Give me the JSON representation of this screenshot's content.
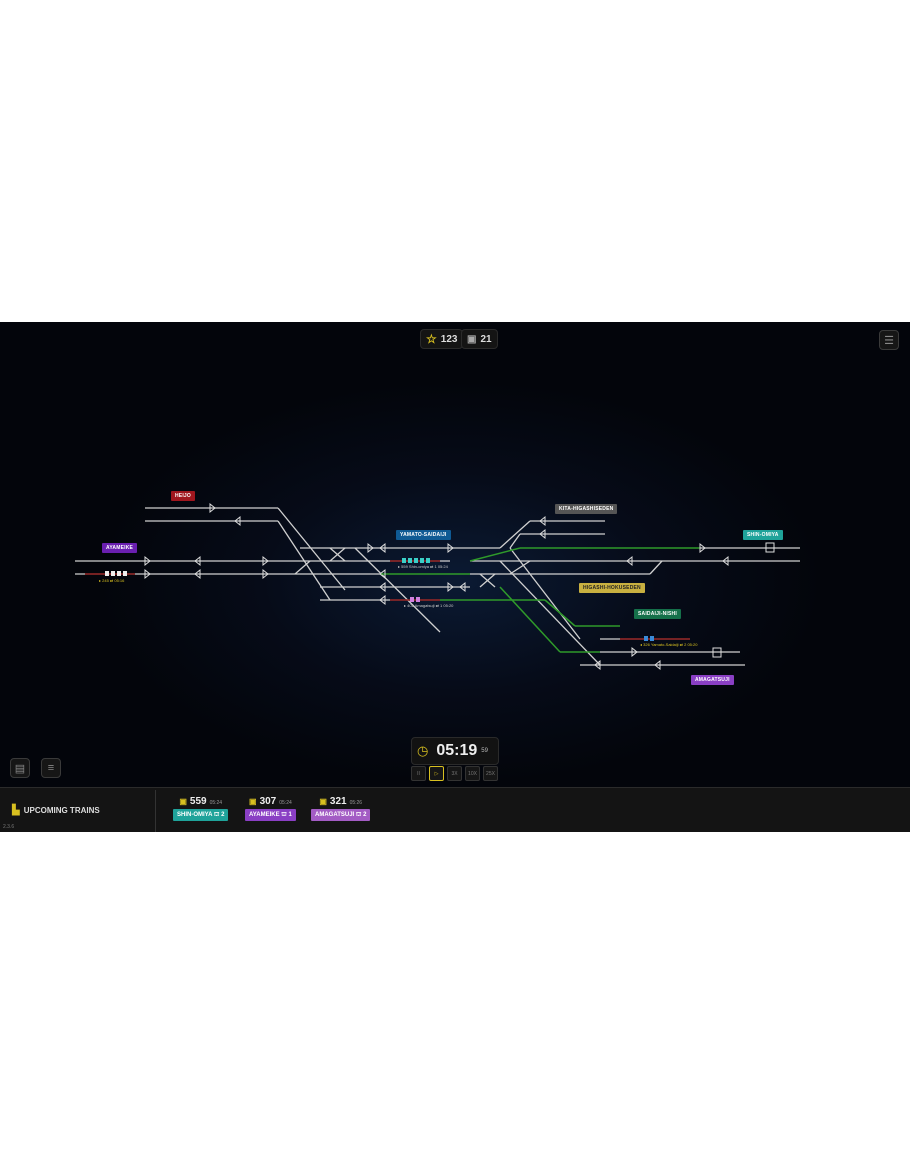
{
  "hud": {
    "stars": "123",
    "trains": "21"
  },
  "stations": {
    "heijo": "Heijo",
    "ayameike": "Ayameike",
    "yamato_saidaiji": "Yamato-Saidaiji",
    "kita_higashiseden": "Kita-Higashiseden",
    "higashi_hokuseden": "Higashi-Hokuseden",
    "saidaiji_nishi": "Saidaiji-Nishi",
    "shin_omiya": "Shin-omiya",
    "amagatsuji": "Amagatsuji"
  },
  "map_trains": [
    {
      "info": "▸ 245  ⇄ 05:16"
    },
    {
      "info": "▸ 559  Shin-omiya  ⇄ 1 05:24"
    },
    {
      "info": "▸ 402  Amagatsuji  ⇄ 1 05:20"
    },
    {
      "info": "◂ 326  Yamato-Saidaiji  ⇄ 2 05:20"
    }
  ],
  "clock": {
    "time": "05:19",
    "seconds": "59"
  },
  "speeds": [
    "II",
    "▷",
    "3X",
    "10X",
    "25X"
  ],
  "upcoming": {
    "title": "UPCOMING TRAINS",
    "version": "2.3.6",
    "trains": [
      {
        "number": "559",
        "time": "05:24",
        "destination": "Shin-omiya",
        "platform": "2",
        "color": "#1fa39a"
      },
      {
        "number": "307",
        "time": "05:24",
        "destination": "Ayameike",
        "platform": "1",
        "color": "#8a3fc4"
      },
      {
        "number": "321",
        "time": "05:26",
        "destination": "Amagatsuji",
        "platform": "2",
        "color": "#a35cc4"
      }
    ]
  },
  "colors": {
    "accent": "#d8c020",
    "route": "#2f9a2a",
    "track": "#d6d6d6"
  }
}
